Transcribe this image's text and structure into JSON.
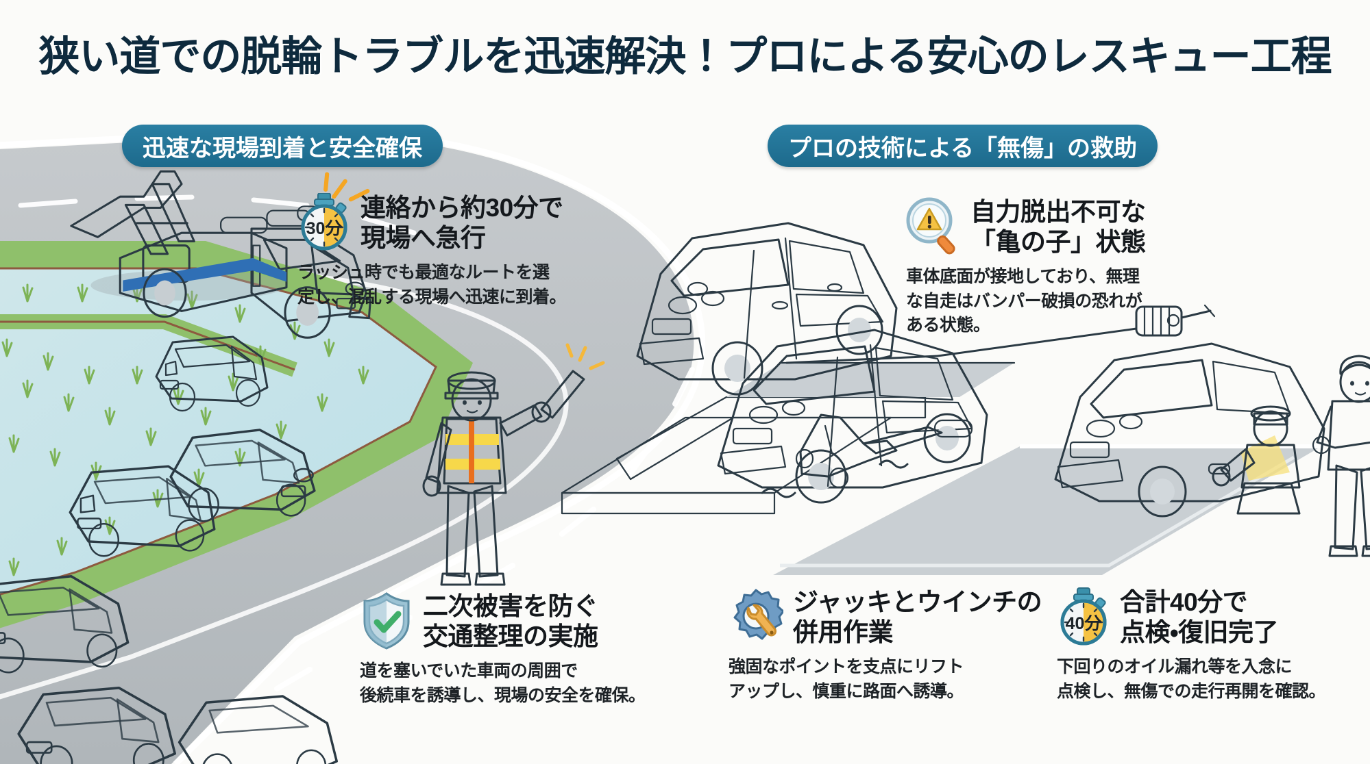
{
  "title": "狭い道での脱輪トラブルを迅速解決！プロによる安心のレスキュー工程",
  "sections": {
    "left_pill": "迅速な現場到着と安全確保",
    "right_pill": "プロの技術による「無傷」の救助"
  },
  "blocks": [
    {
      "id": "arrival",
      "icon": "stopwatch-icon",
      "icon_label": "30分",
      "heading_line1": "連絡から約30分で",
      "heading_line2": "現場へ急行",
      "body_line1": "ラッシュ時でも最適なルートを選",
      "body_line2": "定し、混乱する現場へ迅速に到着。"
    },
    {
      "id": "traffic-control",
      "icon": "shield-check-icon",
      "icon_label": "",
      "heading_line1": "二次被害を防ぐ",
      "heading_line2": "交通整理の実施",
      "body_line1": "道を塞いでいた車両の周囲で",
      "body_line2": "後続車を誘導し、現場の安全を確保。"
    },
    {
      "id": "stuck-diagnosis",
      "icon": "magnifier-warning-icon",
      "icon_label": "",
      "heading_line1": "自力脱出不可な",
      "heading_line2": "「亀の子」状態",
      "body_line1": "車体底面が接地しており、無理",
      "body_line2": "な自走はバンパー破損の恐れが",
      "body_line3": "ある状態。"
    },
    {
      "id": "jack-winch",
      "icon": "gear-wrench-icon",
      "icon_label": "",
      "heading_line1": "ジャッキとウインチの",
      "heading_line2": "併用作業",
      "body_line1": "強固なポイントを支点にリフト",
      "body_line2": "アップし、慎重に路面へ誘導。"
    },
    {
      "id": "inspection-complete",
      "icon": "stopwatch-icon",
      "icon_label": "40分",
      "heading_line1": "合計40分で",
      "heading_line2": "点検・復旧完了",
      "body_line1": "下回りのオイル漏れ等を入念に",
      "body_line2": "点検し、無傷での走行再開を確認。"
    }
  ],
  "illustration": {
    "left_scene": {
      "name": "tow-truck-arriving-on-country-road",
      "elements": [
        "tow-truck",
        "rice-paddy",
        "curved-road",
        "car-queue",
        "traffic-officer"
      ],
      "queued_cars": [
        "white-kei-car",
        "orange-hatchback",
        "green-compact-car",
        "blue-sedan",
        "yellow-hatchback",
        "green-car-front"
      ]
    },
    "right_scene": {
      "name": "stuck-car-rescue-sequence",
      "elements": [
        "white-hatchback-in-gutter",
        "floor-jack",
        "winch",
        "mechanic",
        "customer"
      ]
    }
  },
  "colors": {
    "pill": "#1d6a8c",
    "title": "#0e2a3d",
    "stopwatch_face": "#f5c243",
    "stopwatch_rim": "#2c7b96",
    "warning": "#f0ad2e",
    "shield": "#7fb3c8",
    "check": "#3fae6a",
    "gear": "#6f9cc4",
    "wrench": "#f0b352",
    "road": "#b9bfc3",
    "paddy_green": "#8fc06b",
    "truck_orange": "#f08a2a"
  }
}
